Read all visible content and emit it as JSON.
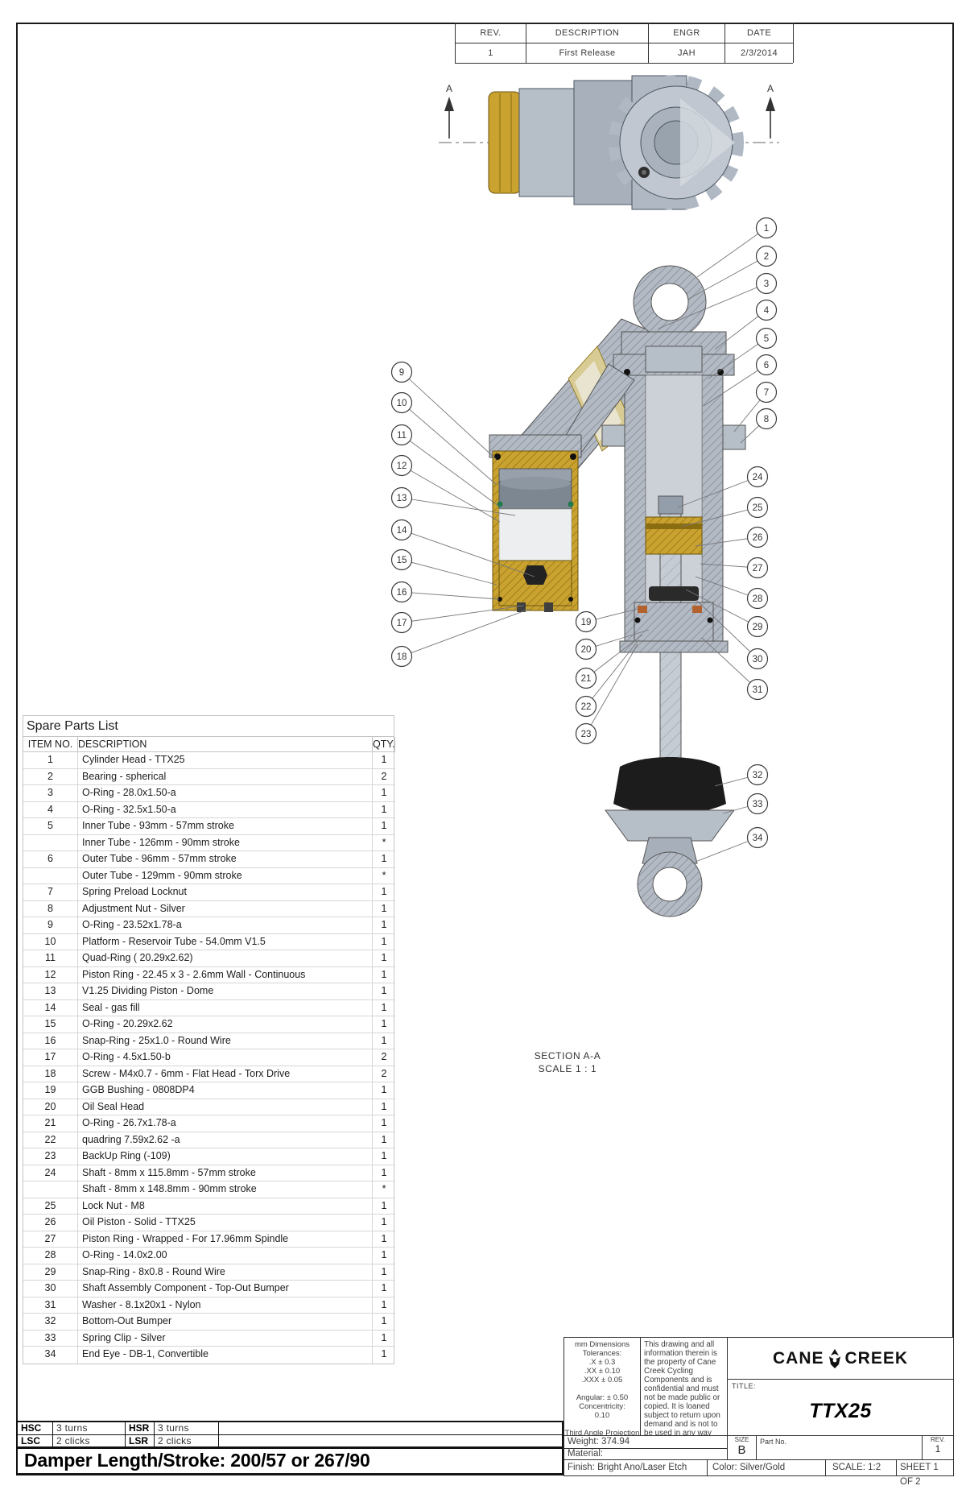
{
  "revision_table": {
    "headers": [
      "REV.",
      "DESCRIPTION",
      "ENGR",
      "DATE"
    ],
    "row": {
      "rev": "1",
      "description": "First Release",
      "engr": "JAH",
      "date": "2/3/2014"
    }
  },
  "drawing": {
    "marker": "A",
    "section_title": "SECTION A-A",
    "section_scale": "SCALE 1 : 1",
    "callouts": [
      "1",
      "2",
      "3",
      "4",
      "5",
      "6",
      "7",
      "8",
      "9",
      "10",
      "11",
      "12",
      "13",
      "14",
      "15",
      "16",
      "17",
      "18",
      "19",
      "20",
      "21",
      "22",
      "23",
      "24",
      "25",
      "26",
      "27",
      "28",
      "29",
      "30",
      "31",
      "32",
      "33",
      "34"
    ]
  },
  "parts_list": {
    "title": "Spare Parts List",
    "headers": [
      "ITEM NO.",
      "DESCRIPTION",
      "QTY."
    ],
    "rows": [
      {
        "item": "1",
        "desc": "Cylinder Head - TTX25",
        "qty": "1"
      },
      {
        "item": "2",
        "desc": "Bearing - spherical",
        "qty": "2"
      },
      {
        "item": "3",
        "desc": "O-Ring - 28.0x1.50-a",
        "qty": "1"
      },
      {
        "item": "4",
        "desc": "O-Ring - 32.5x1.50-a",
        "qty": "1"
      },
      {
        "item": "5",
        "desc": "Inner Tube - 93mm - 57mm stroke",
        "qty": "1"
      },
      {
        "item": "",
        "desc": "Inner Tube - 126mm - 90mm stroke",
        "qty": "*"
      },
      {
        "item": "6",
        "desc": "Outer Tube - 96mm - 57mm stroke",
        "qty": "1"
      },
      {
        "item": "",
        "desc": "Outer Tube - 129mm - 90mm stroke",
        "qty": "*"
      },
      {
        "item": "7",
        "desc": "Spring Preload Locknut",
        "qty": "1"
      },
      {
        "item": "8",
        "desc": "Adjustment Nut - Silver",
        "qty": "1"
      },
      {
        "item": "9",
        "desc": "O-Ring - 23.52x1.78-a",
        "qty": "1"
      },
      {
        "item": "10",
        "desc": "Platform - Reservoir Tube - 54.0mm V1.5",
        "qty": "1"
      },
      {
        "item": "11",
        "desc": "Quad-Ring ( 20.29x2.62)",
        "qty": "1"
      },
      {
        "item": "12",
        "desc": "Piston Ring - 22.45 x 3 - 2.6mm Wall - Continuous",
        "qty": "1"
      },
      {
        "item": "13",
        "desc": "V1.25 Dividing Piston -  Dome",
        "qty": "1"
      },
      {
        "item": "14",
        "desc": "Seal - gas fill",
        "qty": "1"
      },
      {
        "item": "15",
        "desc": "O-Ring - 20.29x2.62",
        "qty": "1"
      },
      {
        "item": "16",
        "desc": "Snap-Ring - 25x1.0 - Round Wire",
        "qty": "1"
      },
      {
        "item": "17",
        "desc": "O-Ring - 4.5x1.50-b",
        "qty": "2"
      },
      {
        "item": "18",
        "desc": "Screw - M4x0.7 - 6mm - Flat Head - Torx Drive",
        "qty": "2"
      },
      {
        "item": "19",
        "desc": "GGB Bushing - 0808DP4",
        "qty": "1"
      },
      {
        "item": "20",
        "desc": "Oil Seal Head",
        "qty": "1"
      },
      {
        "item": "21",
        "desc": "O-Ring - 26.7x1.78-a",
        "qty": "1"
      },
      {
        "item": "22",
        "desc": "quadring 7.59x2.62 -a",
        "qty": "1"
      },
      {
        "item": "23",
        "desc": "BackUp Ring (-109)",
        "qty": "1"
      },
      {
        "item": "24",
        "desc": "Shaft - 8mm x 115.8mm - 57mm stroke",
        "qty": "1"
      },
      {
        "item": "",
        "desc": "Shaft - 8mm x 148.8mm - 90mm stroke",
        "qty": "*"
      },
      {
        "item": "25",
        "desc": "Lock Nut - M8",
        "qty": "1"
      },
      {
        "item": "26",
        "desc": "Oil Piston - Solid - TTX25",
        "qty": "1"
      },
      {
        "item": "27",
        "desc": "Piston Ring - Wrapped - For 17.96mm Spindle",
        "qty": "1"
      },
      {
        "item": "28",
        "desc": "O-Ring - 14.0x2.00",
        "qty": "1"
      },
      {
        "item": "29",
        "desc": "Snap-Ring - 8x0.8 - Round Wire",
        "qty": "1"
      },
      {
        "item": "30",
        "desc": "Shaft Assembly Component - Top-Out Bumper",
        "qty": "1"
      },
      {
        "item": "31",
        "desc": "Washer - 8.1x20x1 - Nylon",
        "qty": "1"
      },
      {
        "item": "32",
        "desc": "Bottom-Out Bumper",
        "qty": "1"
      },
      {
        "item": "33",
        "desc": "Spring Clip - Silver",
        "qty": "1"
      },
      {
        "item": "34",
        "desc": "End Eye - DB-1, Convertible",
        "qty": "1"
      }
    ]
  },
  "settings": {
    "hsc_label": "HSC",
    "hsc_value": "3 turns",
    "hsr_label": "HSR",
    "hsr_value": "3 turns",
    "lsc_label": "LSC",
    "lsc_value": "2 clicks",
    "lsr_label": "LSR",
    "lsr_value": "2 clicks"
  },
  "damper_line": "Damper Length/Stroke: 200/57 or 267/90",
  "title_block": {
    "tolerances": [
      "mm Dimensions",
      "Tolerances:",
      ".X ± 0.3",
      ".XX ± 0.10",
      ".XXX ± 0.05",
      "",
      "Angular: ± 0.50",
      "Concentricity:",
      "0.10",
      "",
      "Third Angle Projection"
    ],
    "disclaimer": "This drawing and all information therein is the property of Cane Creek Cycling Components and is confidential and must not be made public or copied.  It is loaned subject to return upon demand and is not to be used in any way that is detrimental to our interests.",
    "brand_left": "CANE",
    "brand_right": "CREEK",
    "title_label": "TITLE:",
    "title": "TTX25",
    "weight": "Weight: 374.94",
    "material": "Material:",
    "finish": "Finish: Bright Ano/Laser Etch",
    "color": "Color: Silver/Gold",
    "size_label": "SIZE",
    "size": "B",
    "part_no_label": "Part No.",
    "rev_label": "REV.",
    "rev": "1",
    "scale": "SCALE: 1:2",
    "sheet": "SHEET 1 OF 2"
  }
}
